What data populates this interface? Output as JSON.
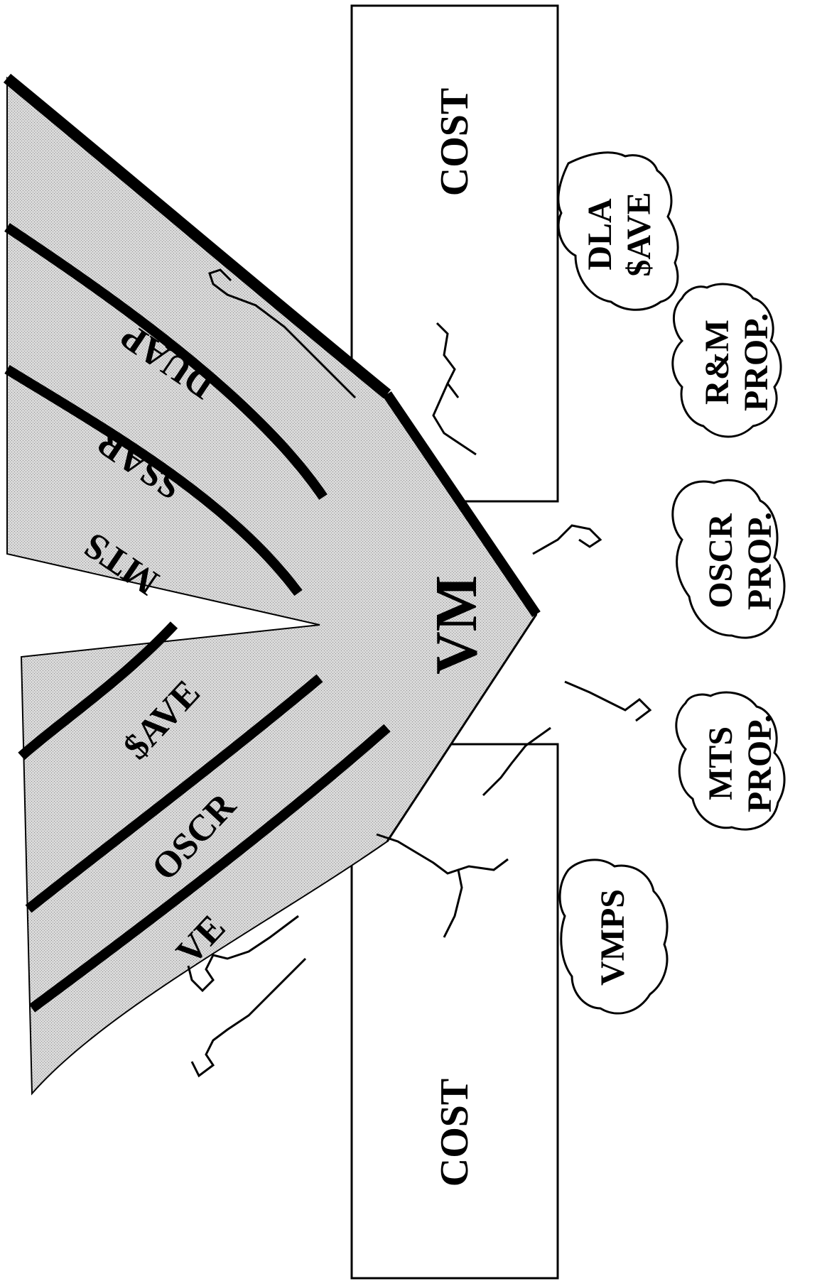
{
  "diagram": {
    "left_stream_labels": [
      "VE",
      "OSCR",
      "$AVE"
    ],
    "right_stream_labels": [
      "MTS",
      "SSAR",
      "DUAP"
    ],
    "arrow_label": "VM",
    "wall_top_label": "COST",
    "wall_bottom_label": "COST",
    "clouds": [
      {
        "line1": "DLA",
        "line2": "$AVE"
      },
      {
        "line1": "R&M",
        "line2": "PROP."
      },
      {
        "line1": "OSCR",
        "line2": "PROP."
      },
      {
        "line1": "MTS",
        "line2": "PROP."
      },
      {
        "line1": "VMPS",
        "line2": ""
      }
    ]
  }
}
